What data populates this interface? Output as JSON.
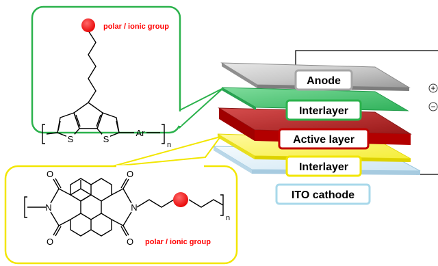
{
  "diagram": {
    "layers": {
      "anode": "Anode",
      "interlayer_top": "Interlayer",
      "active_layer": "Active layer",
      "interlayer_bottom": "Interlayer",
      "ito_cathode": "ITO cathode"
    },
    "polymer_top": {
      "group_label": "polar / ionic group",
      "atom_s1": "S",
      "atom_s2": "S",
      "atom_ar": "Ar",
      "repeat": "n"
    },
    "polymer_bottom": {
      "group_label": "polar / ionic group",
      "atom_o1": "O",
      "atom_o2": "O",
      "atom_o3": "O",
      "atom_o4": "O",
      "atom_n1": "N",
      "atom_n2": "N",
      "repeat": "n"
    },
    "terminals": {
      "plus": "+",
      "minus": "−"
    },
    "colors": {
      "green_frame": "#2bb24c",
      "yellow_frame": "#f2e600",
      "polar_group": "#ff0000",
      "active_layer": "#c00000",
      "anode_frame": "#a6a6a6",
      "ito_frame": "#a8d8ea"
    }
  }
}
